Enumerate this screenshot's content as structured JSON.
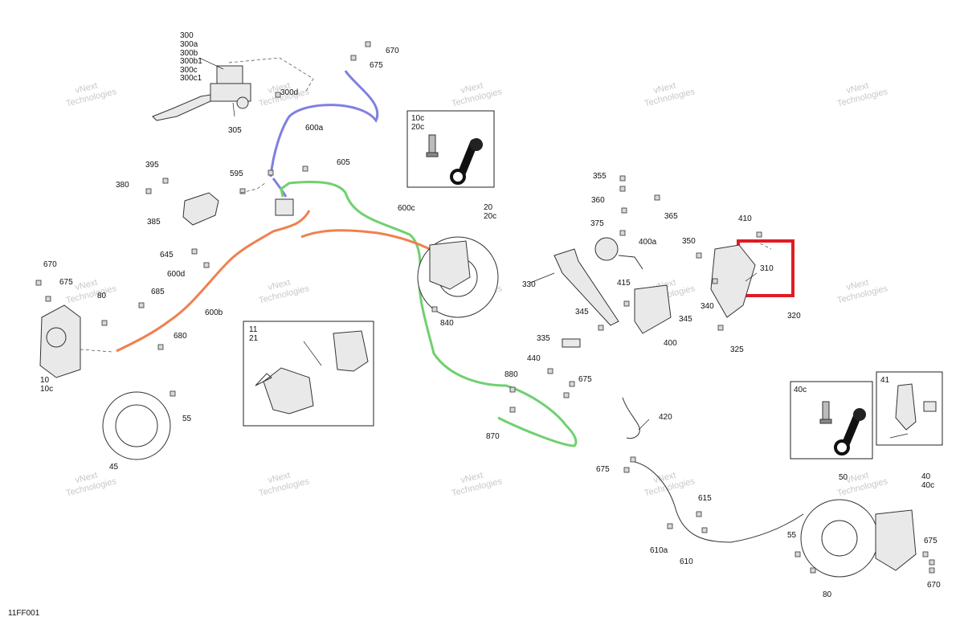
{
  "diagram": {
    "code": "11FF001",
    "watermark_line1": "vNext",
    "watermark_line2": "Technologies",
    "highlight_color": "#e01b24",
    "hose_colors": {
      "blue": "#8080e0",
      "green": "#70d070",
      "orange": "#f08050"
    },
    "labels": {
      "l300": "300",
      "l300a": "300a",
      "l300b": "300b",
      "l300b1": "300b1",
      "l300c": "300c",
      "l300c1": "300c1",
      "l305": "305",
      "l600a": "600a",
      "l670a": "670",
      "l675a": "675",
      "l300d": "300d",
      "l395": "395",
      "l380": "380",
      "l385": "385",
      "l595": "595",
      "l605": "605",
      "l600c": "600c",
      "l20": "20",
      "l20c": "20c",
      "l645": "645",
      "l600d": "600d",
      "l600b": "600b",
      "l685": "685",
      "l680": "680",
      "l670b": "670",
      "l675b": "675",
      "l80a": "80",
      "l10": "10",
      "l10c": "10c",
      "l55a": "55",
      "l45": "45",
      "box1_a": "10c",
      "box1_b": "20c",
      "box2_a": "11",
      "box2_b": "21",
      "l840": "840",
      "l880": "880",
      "l870": "870",
      "l440": "440",
      "l675c": "675",
      "l355": "355",
      "l360": "360",
      "l365": "365",
      "l375": "375",
      "l400a": "400a",
      "l330": "330",
      "l415": "415",
      "l345a": "345",
      "l345b": "345",
      "l335": "335",
      "l400": "400",
      "l350": "350",
      "l340": "340",
      "l410": "410",
      "l310": "310",
      "l320": "320",
      "l325": "325",
      "l420": "420",
      "l675d": "675",
      "l615": "615",
      "l610a": "610a",
      "l610": "610",
      "l55b": "55",
      "l50": "50",
      "l80b": "80",
      "l40": "40",
      "l40c": "40c",
      "l675e": "675",
      "l670c": "670",
      "box3_a": "40c",
      "box4_a": "41"
    }
  }
}
